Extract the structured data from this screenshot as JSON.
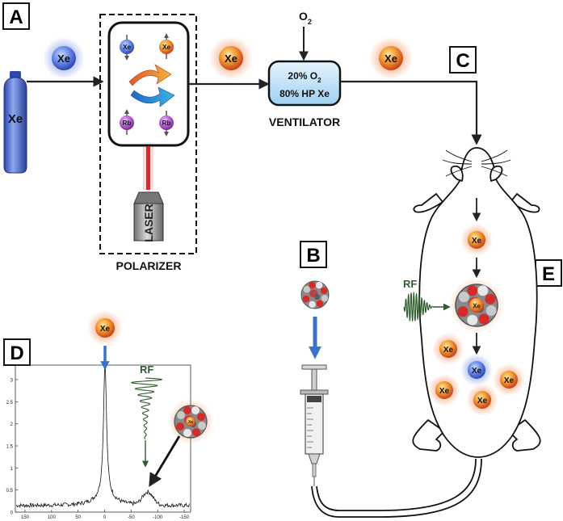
{
  "panels": {
    "a": "A",
    "b": "B",
    "c": "C",
    "d": "D",
    "e": "E"
  },
  "atom": "Xe",
  "rb": "Rb",
  "cylinder_label": "Xe",
  "oxygen": {
    "symbol": "O",
    "subscript": "2"
  },
  "ventilator": {
    "line1_prefix": "20% O",
    "line1_sub": "2",
    "line2": "80% HP Xe",
    "caption": "VENTILATOR"
  },
  "laser_label": "LASER",
  "polarizer_caption": "POLARIZER",
  "rf": "RF",
  "spectrum": {
    "x_ticks": [
      "150",
      "100",
      "50",
      "0",
      "-50",
      "-100",
      "-150"
    ],
    "y_ticks": [
      "0",
      "0.5",
      "1",
      "1.5",
      "2",
      "2.5",
      "3"
    ]
  },
  "colors": {
    "xe_hyperpolarized": "#e0522a",
    "xe_thermal": "#4d6fd6",
    "rb": "#a64ac9",
    "laser_beam": "#e0262b",
    "process_arrow_orange": "#f28a2c",
    "process_arrow_blue": "#2b8fd6",
    "signal_arrow": "#3b73c9",
    "rf_wave": "#2e5c2e",
    "ventilator_fill": "#bfe0f5"
  }
}
